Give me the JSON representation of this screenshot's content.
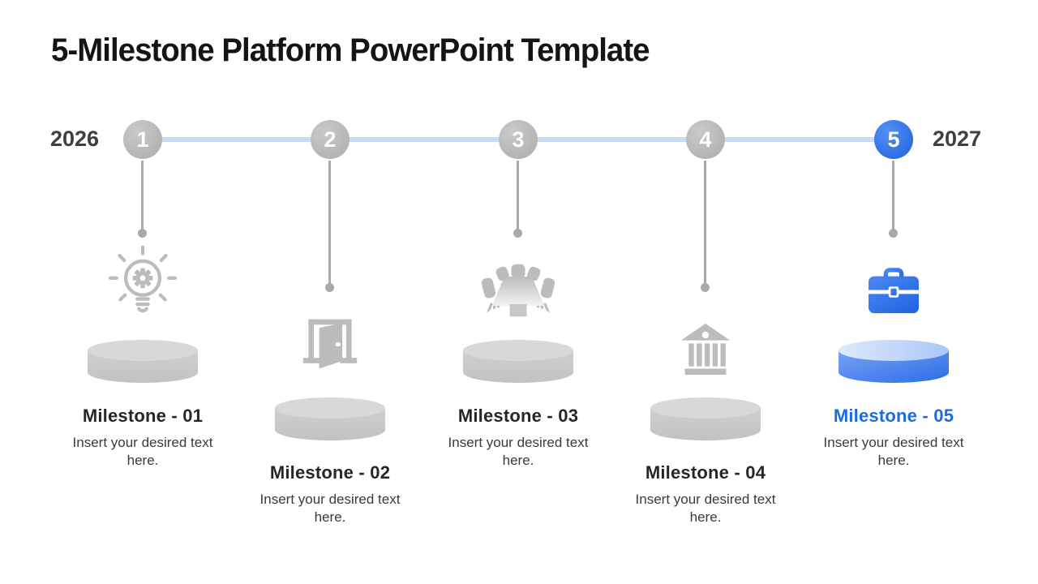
{
  "slide": {
    "title": "5-Milestone Platform PowerPoint Template"
  },
  "timeline": {
    "start_year": "2026",
    "end_year": "2027",
    "nodes": [
      {
        "number": "1",
        "accent": false
      },
      {
        "number": "2",
        "accent": false
      },
      {
        "number": "3",
        "accent": false
      },
      {
        "number": "4",
        "accent": false
      },
      {
        "number": "5",
        "accent": true
      }
    ]
  },
  "milestones": [
    {
      "title": "Milestone - 01",
      "description": "Insert your desired text here.",
      "icon": "idea-bulb-gear-icon",
      "position": "high",
      "accent": false
    },
    {
      "title": "Milestone - 02",
      "description": "Insert your desired text here.",
      "icon": "open-door-icon",
      "position": "low",
      "accent": false
    },
    {
      "title": "Milestone - 03",
      "description": "Insert your desired text here.",
      "icon": "meeting-table-icon",
      "position": "high",
      "accent": false
    },
    {
      "title": "Milestone - 04",
      "description": "Insert your desired text here.",
      "icon": "bank-building-icon",
      "position": "low",
      "accent": false
    },
    {
      "title": "Milestone - 05",
      "description": "Insert your desired text here.",
      "icon": "briefcase-icon",
      "position": "high",
      "accent": true
    }
  ],
  "colors": {
    "accent_blue": "#2a6ce6",
    "accent_blue_light": "#5390f5",
    "neutral_gray": "#bcbcbc",
    "connector_gray": "#a9a9a9",
    "timeline_blue": "#c9dbf4",
    "text_dark": "#141414",
    "year_gray": "#3f3f3f",
    "milestone_title_blue": "#1b6ce4"
  }
}
